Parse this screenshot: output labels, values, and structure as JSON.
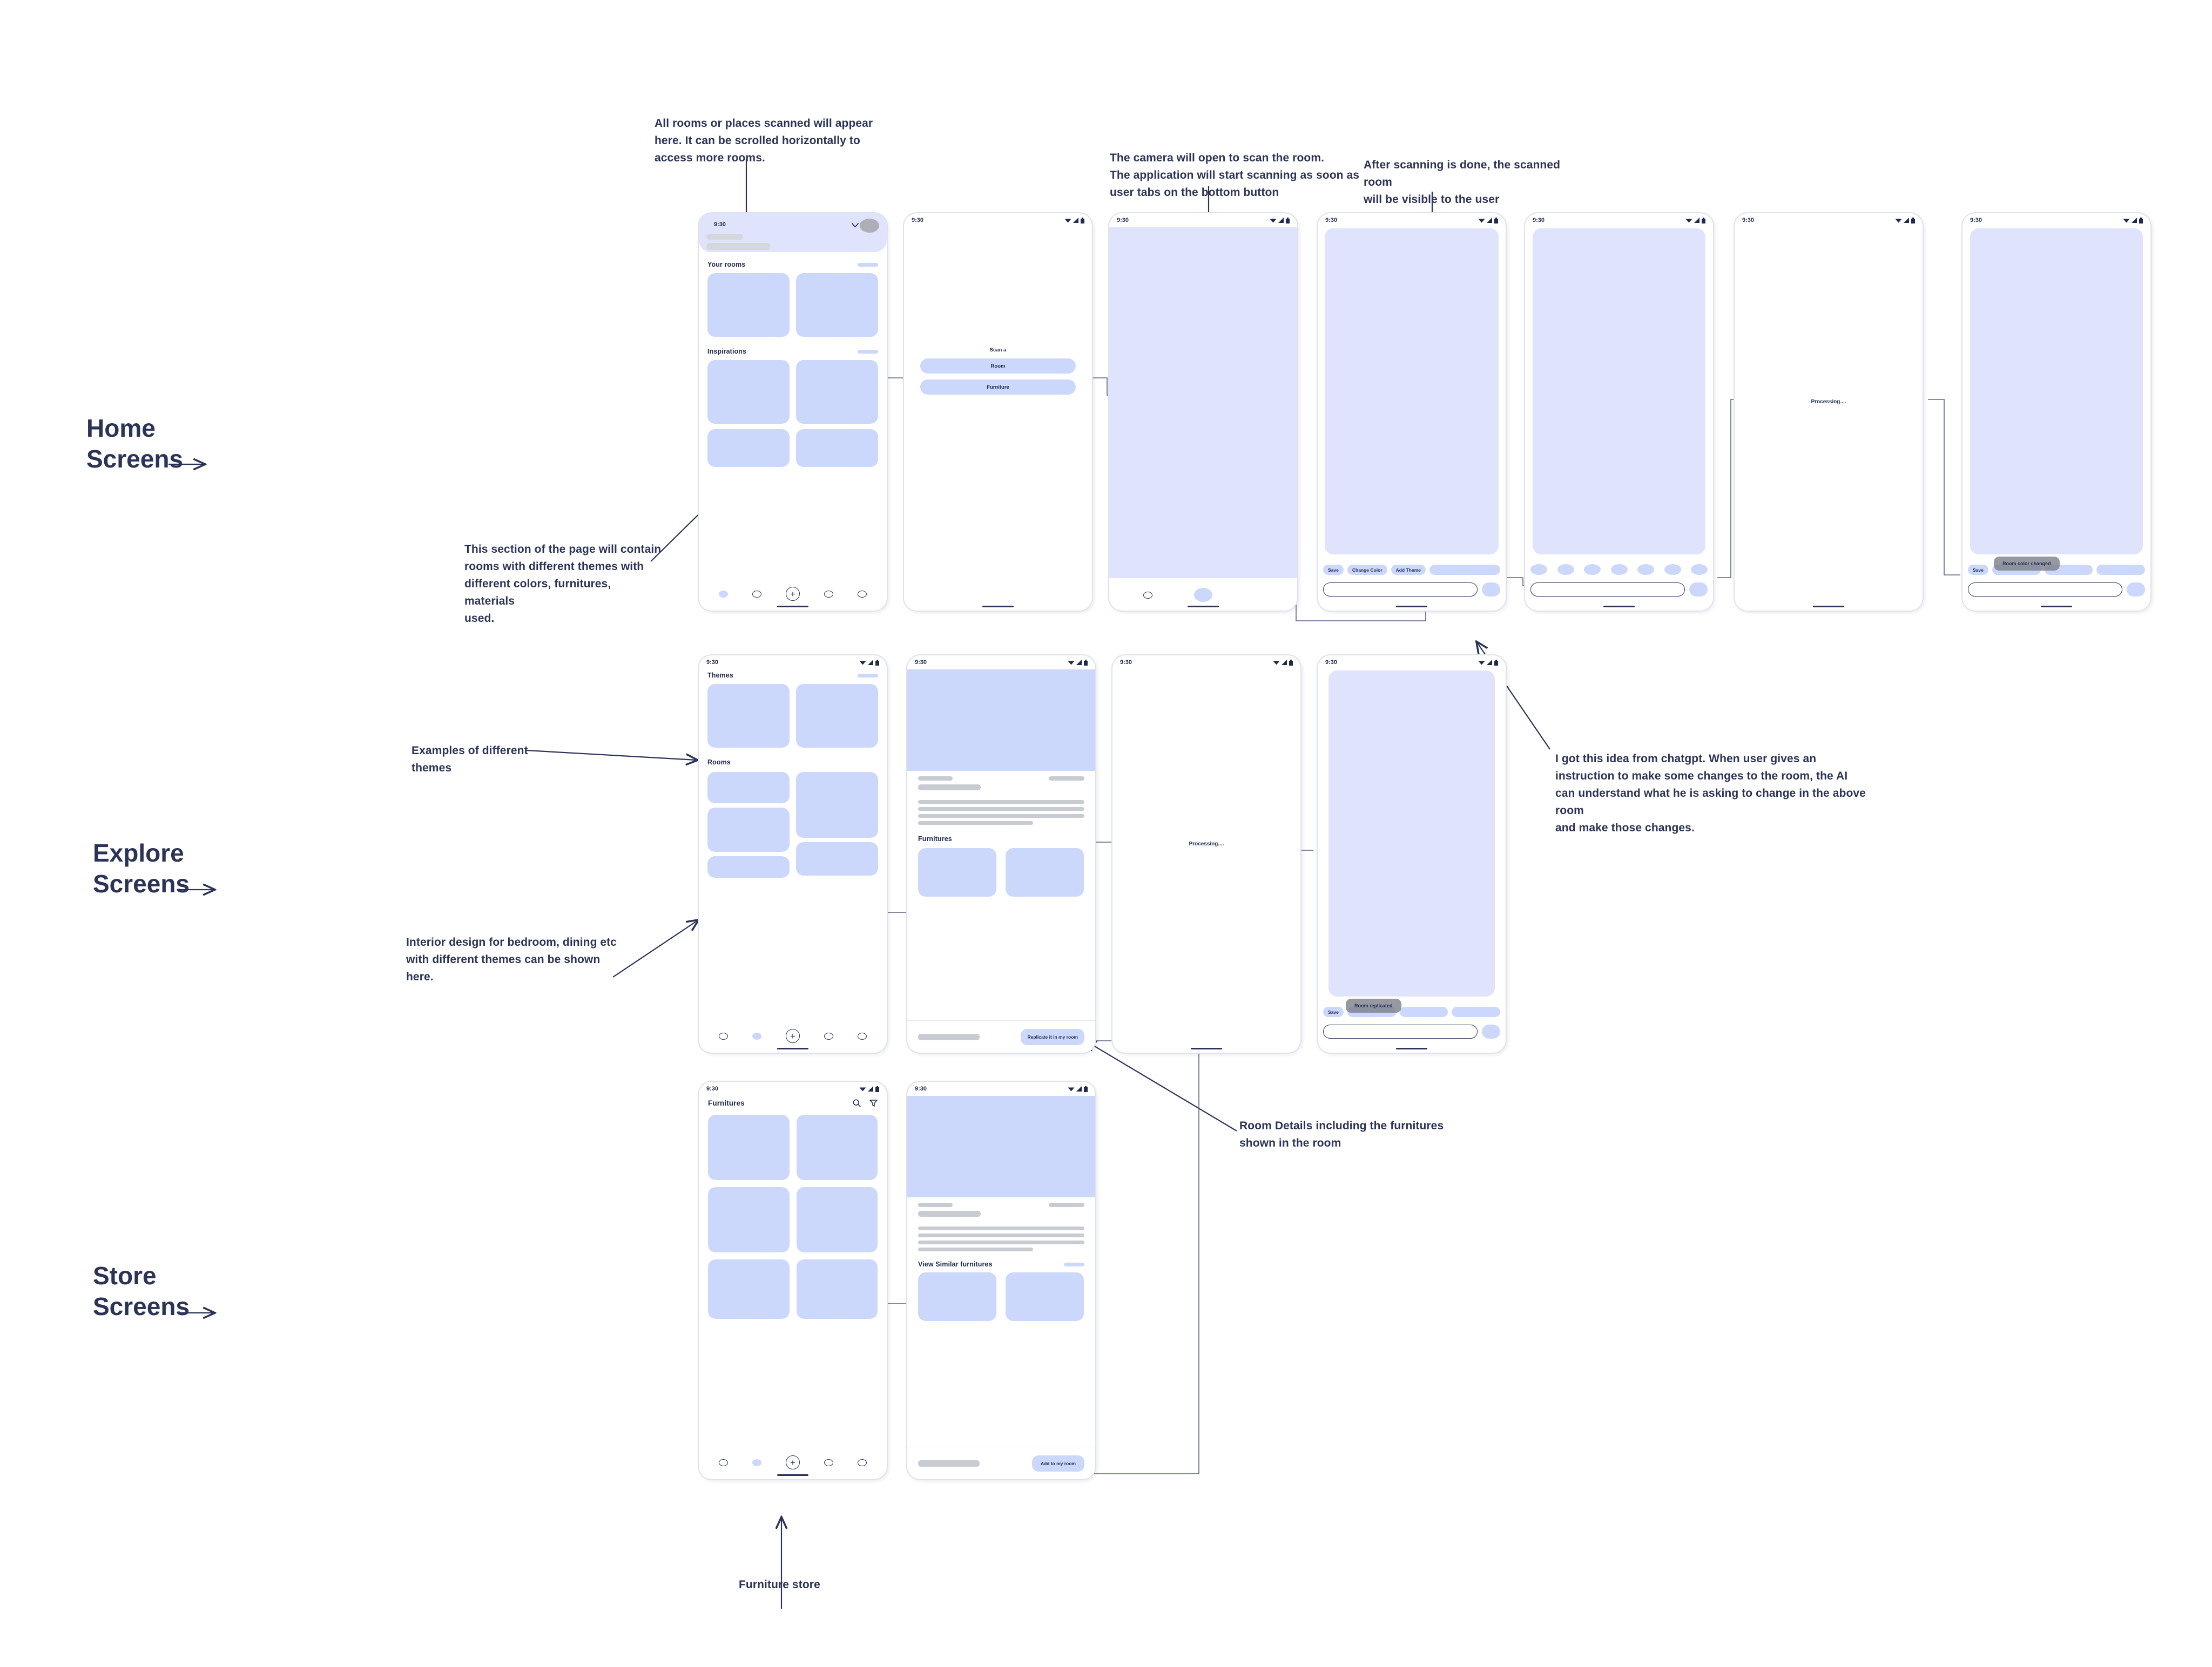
{
  "sections": [
    {
      "id": "home",
      "label": "Home\nScreens"
    },
    {
      "id": "explore",
      "label": "Explore\nScreens"
    },
    {
      "id": "store",
      "label": "Store\nScreens"
    }
  ],
  "annotations": {
    "rooms_scroll": "All rooms or places scanned will appear\nhere. It can be scrolled horizontally to\naccess more rooms.",
    "camera_open": "The camera will open to scan the room.\nThe application will start scanning as soon as\nuser tabs on the bottom button",
    "after_scan": "After scanning is done, the scanned room\nwill be visible to the user",
    "themes_section": "This section of the page will contain\nrooms with different themes with\ndifferent colors, furnitures, materials\nused.",
    "chatgpt_idea": "I got this idea from chatgpt. When user gives an\ninstruction to make some changes to the room, the AI\ncan understand what he is asking to change in the above room\nand make those changes.",
    "examples_themes": "Examples of different\nthemes",
    "interior_design": "Interior design for bedroom,  dining etc\nwith different themes can be shown\nhere.",
    "room_details": "Room Details including the furnitures\nshown in the room",
    "furniture_store": "Furniture store"
  },
  "status_bar": {
    "time": "9:30",
    "icons": [
      "wifi-icon",
      "signal-icon",
      "battery-icon"
    ]
  },
  "screens": {
    "home": {
      "your_rooms_title": "Your rooms",
      "inspirations_title": "Inspirations"
    },
    "scan": {
      "prompt": "Scan a",
      "room_button": "Room",
      "furniture_button": "Furniture"
    },
    "scanned_room": {
      "save": "Save",
      "change_color": "Change Color",
      "add_theme": "Add Theme"
    },
    "processing": {
      "label": "Processing...."
    },
    "color_changed": {
      "toast": "Room color changed",
      "save": "Save"
    },
    "explore_home": {
      "themes_title": "Themes",
      "rooms_title": "Rooms"
    },
    "room_detail": {
      "furnitures_title": "Furnitures",
      "cta": "Replicate it in my room"
    },
    "room_replicated": {
      "toast": "Room replicated",
      "save": "Save"
    },
    "store_home": {
      "title": "Furnitures",
      "search_icon": "search-icon",
      "filter_icon": "filter-icon"
    },
    "furniture_detail": {
      "similar_title": "View Similar furnitures",
      "cta": "Add to my room"
    }
  },
  "colors": {
    "ink": "#2b3357",
    "accent_blue": "#ccd8fb",
    "soft_blue": "#dfe4fc",
    "grey": "#c9cbd2",
    "frame": "#dfe2ec"
  }
}
